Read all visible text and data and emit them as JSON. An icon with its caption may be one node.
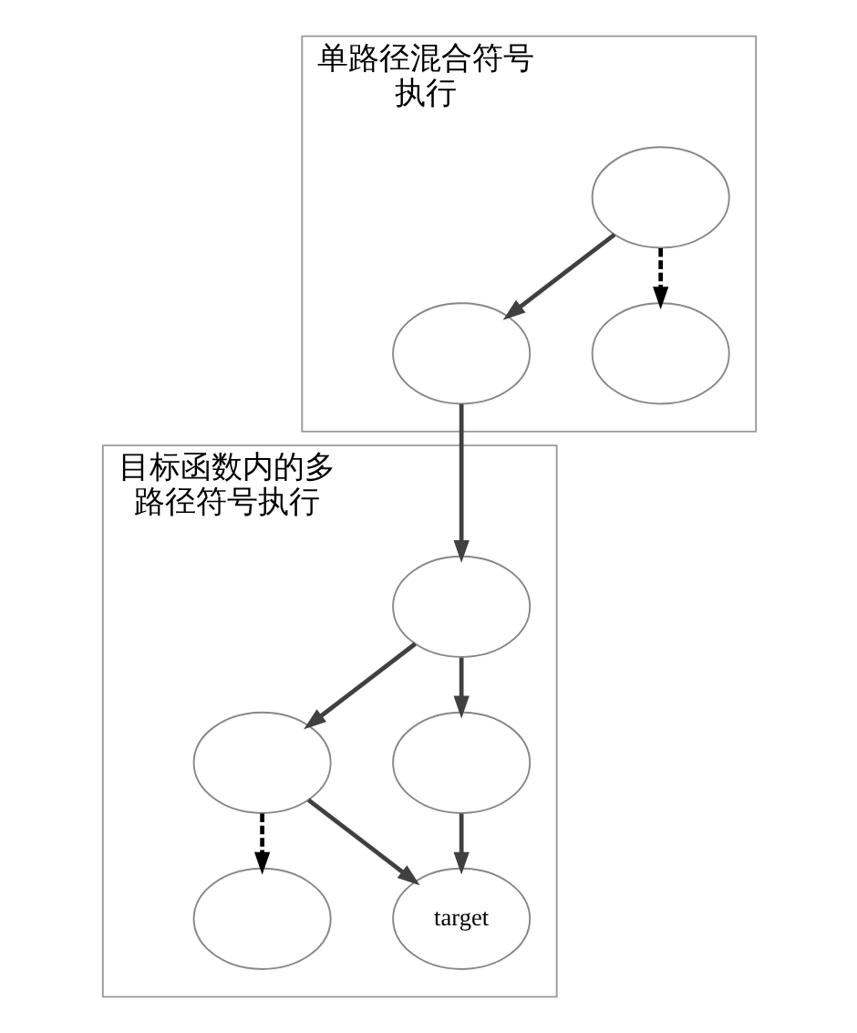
{
  "diagram": {
    "nodes": [
      {
        "text": [
          "单路径混合符号执行"
        ]
      },
      {
        "text": [],
        "shape": "circle",
        "in": 0
      },
      {
        "text": [],
        "shape": "circle",
        "in": 0
      },
      {
        "text": [],
        "shape": "circle",
        "in": 0
      },
      {
        "text": [
          "目标函数内的多路径符号执行"
        ]
      },
      {
        "text": [],
        "shape": "circle",
        "in": 4
      },
      {
        "text": [],
        "shape": "circle",
        "in": 4
      },
      {
        "text": [],
        "shape": "circle",
        "in": 4
      },
      {
        "text": [],
        "shape": "circle",
        "in": 4
      },
      {
        "text": [
          "target"
        ],
        "in": 4
      }
    ],
    "edges": [
      {
        "from": 1,
        "to": 2,
        "arrow": "to"
      },
      {
        "from": 1,
        "to": 3,
        "arrow": "to",
        "style": "dashed",
        "color": "#000000"
      },
      {
        "from": 2,
        "to": 5,
        "arrow": "to"
      },
      {
        "from": 5,
        "to": 6,
        "arrow": "to"
      },
      {
        "from": 5,
        "to": 7,
        "arrow": "to"
      },
      {
        "from": 6,
        "to": 8,
        "arrow": "to",
        "style": "dashed",
        "color": "#000000"
      },
      {
        "from": 6,
        "to": 9,
        "arrow": "to"
      },
      {
        "from": 7,
        "to": 9,
        "arrow": "to"
      }
    ]
  }
}
